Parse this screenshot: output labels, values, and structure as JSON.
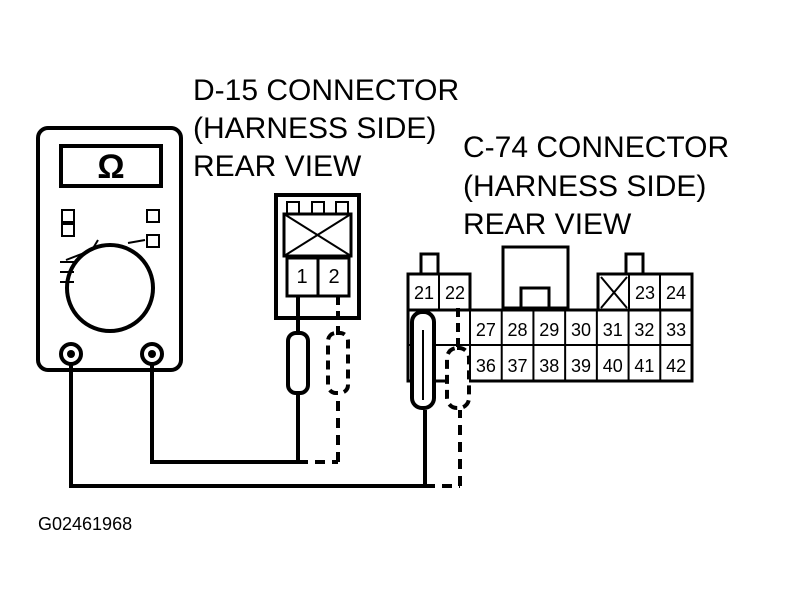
{
  "d15": {
    "line1": "D-15 CONNECTOR",
    "line2": "(HARNESS SIDE)",
    "line3": "REAR VIEW",
    "pins": [
      "1",
      "2"
    ]
  },
  "c74": {
    "line1": "C-74 CONNECTOR",
    "line2": "(HARNESS SIDE)",
    "line3": "REAR VIEW",
    "top_pins_left": [
      "21",
      "22"
    ],
    "top_pins_right": [
      "23",
      "24"
    ],
    "middle_row": [
      "27",
      "28",
      "29",
      "30",
      "31",
      "32",
      "33"
    ],
    "bottom_row": [
      "36",
      "37",
      "38",
      "39",
      "40",
      "41",
      "42"
    ]
  },
  "meter": {
    "symbol": "Ω"
  },
  "figure_id": "G02461968"
}
